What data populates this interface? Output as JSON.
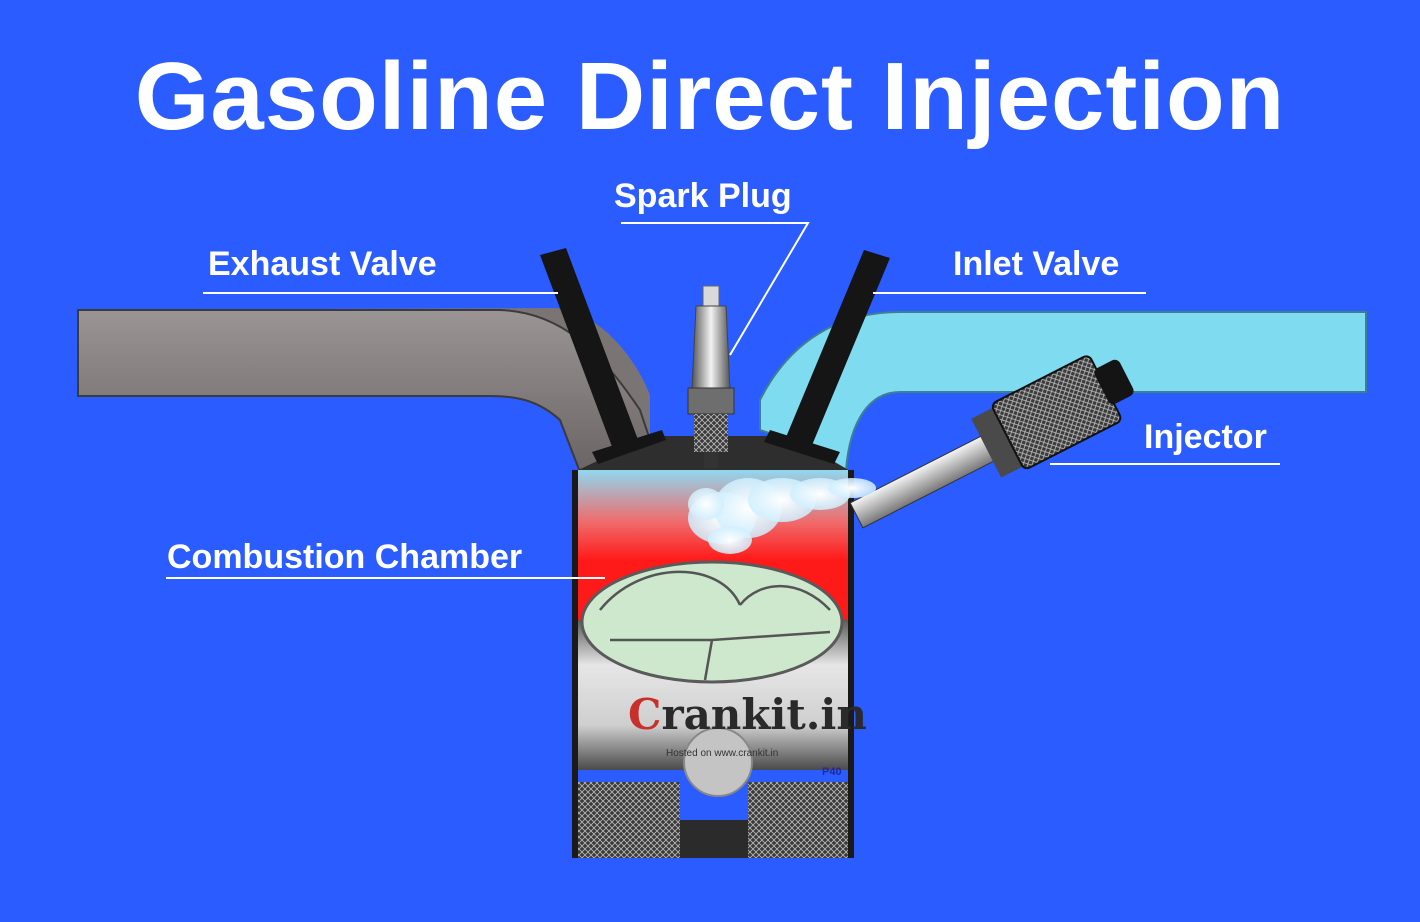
{
  "title": "Gasoline Direct Injection",
  "labels": {
    "spark_plug": "Spark Plug",
    "exhaust_valve": "Exhaust Valve",
    "inlet_valve": "Inlet Valve",
    "injector": "Injector",
    "combustion_chamber": "Combustion Chamber"
  },
  "watermark": {
    "brand_prefix": "C",
    "brand_main": "rankit",
    "brand_suffix": ".in",
    "tagline": "Hosted on www.crankit.in",
    "mark": "P40"
  },
  "colors": {
    "background": "#2b5cff",
    "exhaust_port": "#7a7574",
    "inlet_port": "#7fdbf0",
    "combustion_red": "#ff1a1a",
    "piston_crown": "#cde8cd",
    "label_line": "#ffffff"
  }
}
